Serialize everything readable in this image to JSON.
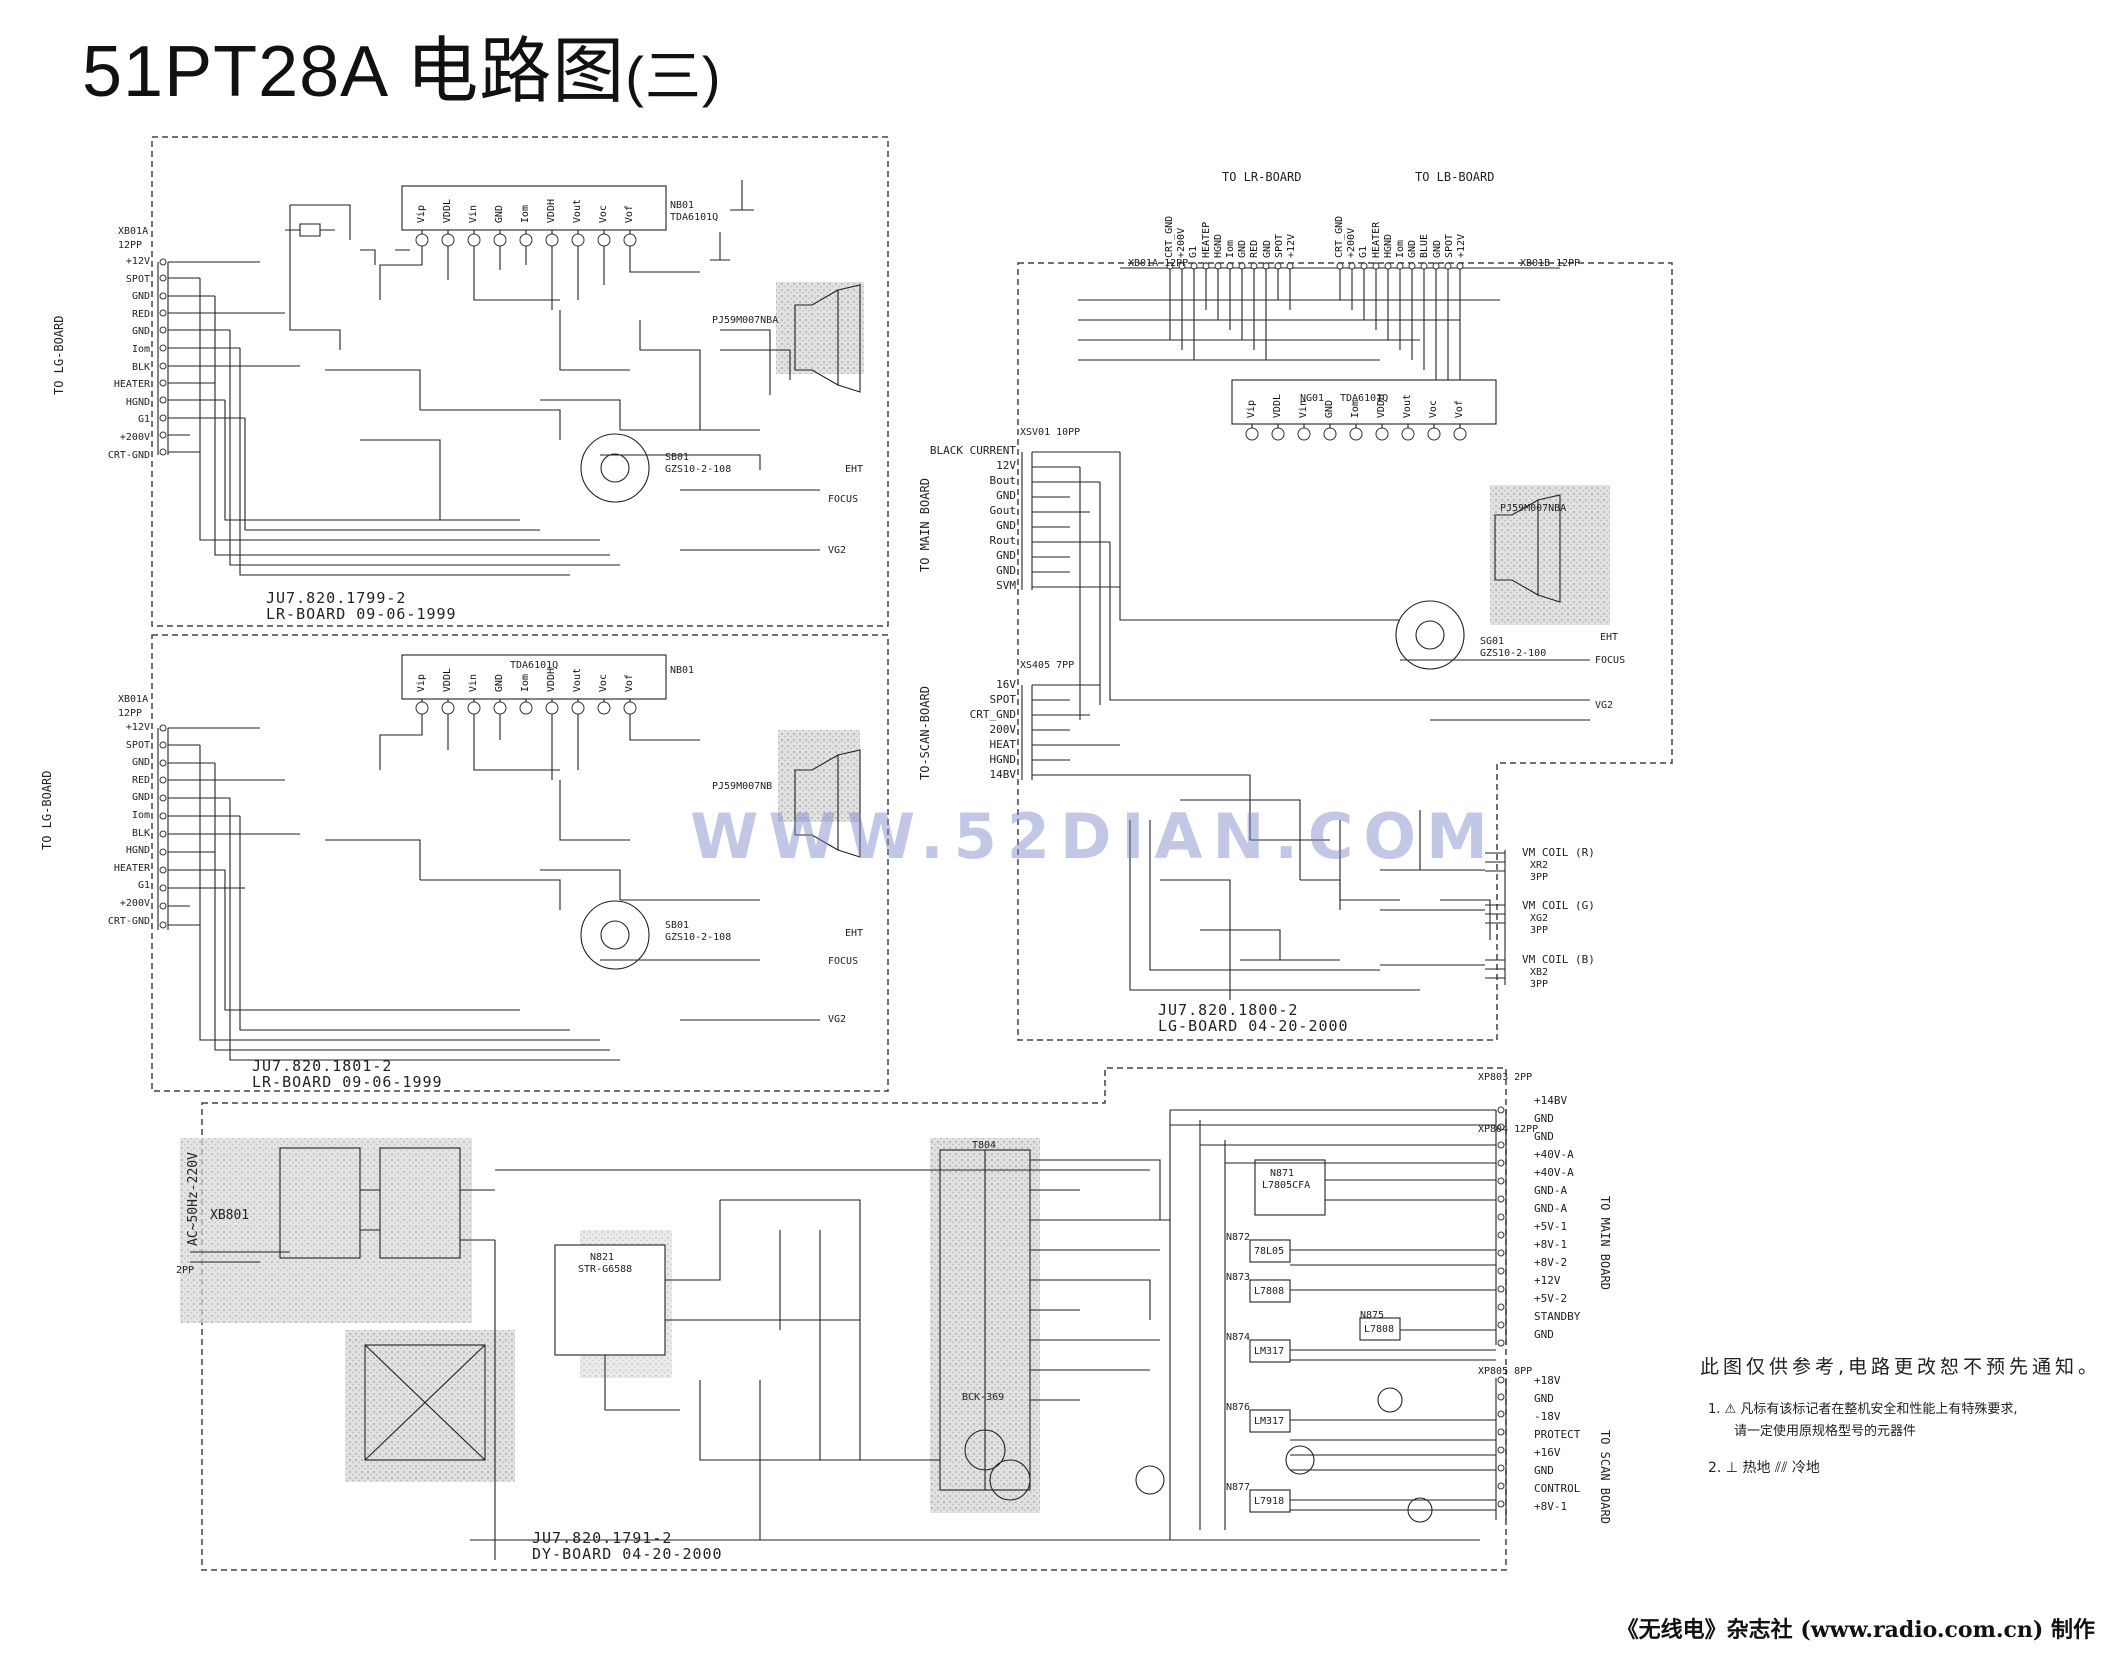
{
  "title": {
    "main": "51PT28A 电路图",
    "sub": "(三)"
  },
  "footer": "《无线电》杂志社 (www.radio.com.cn) 制作",
  "note": {
    "title": "此图仅供参考,电路更改恕不预先通知。",
    "line1": "1.  ⚠ 凡标有该标记者在整机安全和性能上有特殊要求,",
    "line2": "请一定使用原规格型号的元器件",
    "legend": "2.  ⊥  热地    ⫽⫽  冷地"
  },
  "watermark": "WWW.52DIAN.COM",
  "boards": {
    "lr_top": {
      "code": "JU7.820.1799-2",
      "name": "LR-BOARD 09-06-1999",
      "side_label": "TO LG-BOARD",
      "connector": "XB01A",
      "connector_pins": "12PP",
      "ic": "TDA6101Q",
      "ic_ref": "NB01",
      "crt_socket": "SB01",
      "socket_part": "GZS10-2-108",
      "pins": [
        "+12V",
        "SPOT",
        "GND",
        "RED",
        "GND",
        "Iom",
        "BLK",
        "HEATER",
        "HGND",
        "G1",
        "+200V",
        "CRT-GND"
      ],
      "ic_pins": [
        "Vip",
        "VDDL",
        "Vin",
        "GND",
        "Iom",
        "VDDH",
        "Vout",
        "Voc",
        "Vof"
      ],
      "labels": {
        "focus": "FOCUS",
        "vg2": "VG2",
        "eht": "EHT",
        "tube": "PJ59M007NBA"
      }
    },
    "lr_bottom": {
      "code": "JU7.820.1801-2",
      "name": "LR-BOARD 09-06-1999",
      "side_label": "TO LG-BOARD",
      "connector": "XB01A",
      "connector_pins": "12PP",
      "ic": "TDA6101Q",
      "ic_ref": "NB01",
      "crt_socket": "SB01",
      "socket_part": "GZS10-2-108",
      "pins": [
        "+12V",
        "SPOT",
        "GND",
        "RED",
        "GND",
        "Iom",
        "BLK",
        "HGND",
        "HEATER",
        "G1",
        "+200V",
        "CRT-GND"
      ],
      "ic_pins": [
        "Vip",
        "VDDL",
        "Vin",
        "GND",
        "Iom",
        "VDDH",
        "Vout",
        "Voc",
        "Vof"
      ],
      "labels": {
        "focus": "FOCUS",
        "vg2": "VG2",
        "eht": "EHT",
        "tube": "PJ59M007NB"
      }
    },
    "lg": {
      "code": "JU7.820.1800-2",
      "name": "LG-BOARD 04-20-2000",
      "ic": "TDA6101Q",
      "ic_ref": "NG01",
      "crt_socket": "SG01",
      "socket_part": "GZS10-2-100",
      "top_labels_left": "TO LR-BOARD",
      "top_labels_right": "TO LB-BOARD",
      "top_pins": [
        "CRT_GND",
        "+200V",
        "G1",
        "HEATEP",
        "HGND",
        "Iom",
        "GND",
        "RED",
        "GND",
        "SPOT",
        "+12V",
        "CRT_GND",
        "+200V",
        "G1",
        "HEATER",
        "HGND",
        "Iom",
        "GND",
        "BLUE",
        "GND",
        "SPOT",
        "+12V"
      ],
      "top_connectors": [
        "XB01A 12PP",
        "XB01B 12PP"
      ],
      "main_label": "TO MAIN BOARD",
      "main_connector": "XSV01 10PP",
      "main_pins": [
        "BLACK CURRENT",
        "12V",
        "Bout",
        "GND",
        "Gout",
        "GND",
        "Rout",
        "GND",
        "GND",
        "SVM"
      ],
      "scan_label": "TO-SCAN-BOARD",
      "scan_connector": "XS405 7PP",
      "scan_pins": [
        "16V",
        "SPOT",
        "CRT_GND",
        "200V",
        "HEAT",
        "HGND",
        "14BV"
      ],
      "coils": [
        {
          "name": "VM COIL (R)",
          "conn": "XR2",
          "pins": "3PP"
        },
        {
          "name": "VM COIL (G)",
          "conn": "XG2",
          "pins": "3PP"
        },
        {
          "name": "VM COIL (B)",
          "conn": "XB2",
          "pins": "3PP"
        }
      ],
      "ic_pins": [
        "Vip",
        "VDDL",
        "Vin",
        "GND",
        "Iom",
        "VDDH",
        "Vout",
        "Voc",
        "Vof"
      ],
      "labels": {
        "focus": "FOCUS",
        "vg2": "VG2",
        "eht": "EHT",
        "tube": "PJ59M007NBA"
      }
    },
    "dy": {
      "code": "JU7.820.1791-2",
      "name": "DY-BOARD 04-20-2000",
      "ac_input": "AC~50Hz-220V",
      "connector": "XB801",
      "connector_pins": "2PP",
      "main_label": "TO MAIN BOARD",
      "scan_label": "TO SCAN BOARD",
      "main_connectors": [
        "XP803 2PP",
        "XP804 12PP"
      ],
      "main_pins": [
        "+14BV",
        "GND",
        "GND",
        "+40V-A",
        "+40V-A",
        "GND-A",
        "GND-A",
        "+5V-1",
        "+8V-1",
        "+8V-2",
        "+12V",
        "+5V-2",
        "STANDBY",
        "GND"
      ],
      "scan_connector": "XP805 8PP",
      "scan_pins": [
        "+18V",
        "GND",
        "-18V",
        "PROTECT",
        "+16V",
        "GND",
        "CONTROL",
        "+8V-1"
      ],
      "ics": [
        {
          "ref": "N821",
          "part": "STR-G6588"
        },
        {
          "ref": "N871",
          "part": "L7805CFA"
        },
        {
          "ref": "N872",
          "part": "78L05"
        },
        {
          "ref": "N873",
          "part": "L7808"
        },
        {
          "ref": "N874",
          "part": "LM317"
        },
        {
          "ref": "N875",
          "part": "L7808"
        },
        {
          "ref": "N876",
          "part": "LM317"
        },
        {
          "ref": "N877",
          "part": "L7918"
        }
      ],
      "transformer": "T804",
      "transformer_part": "BCK-369"
    }
  }
}
